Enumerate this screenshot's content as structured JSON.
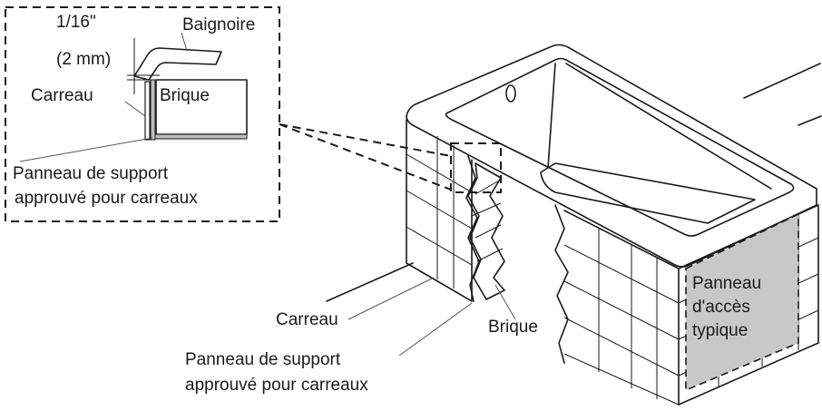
{
  "inset": {
    "dimension": "1/16\"",
    "dimension_metric": "(2 mm)",
    "tub_label": "Baignoire",
    "tile_label": "Carreau",
    "brick_label": "Brique",
    "board_label_line1": "Panneau de support",
    "board_label_line2": "approuvé pour carreaux"
  },
  "main": {
    "tile_label": "Carreau",
    "brick_label": "Brique",
    "board_label_line1": "Panneau de support",
    "board_label_line2": "approuvé pour carreaux",
    "access_panel_line1": "Panneau",
    "access_panel_line2": "d'accès",
    "access_panel_line3": "typique"
  },
  "colors": {
    "access_panel_fill": "#c8c8c8",
    "board_fill": "#bdbdbd"
  }
}
